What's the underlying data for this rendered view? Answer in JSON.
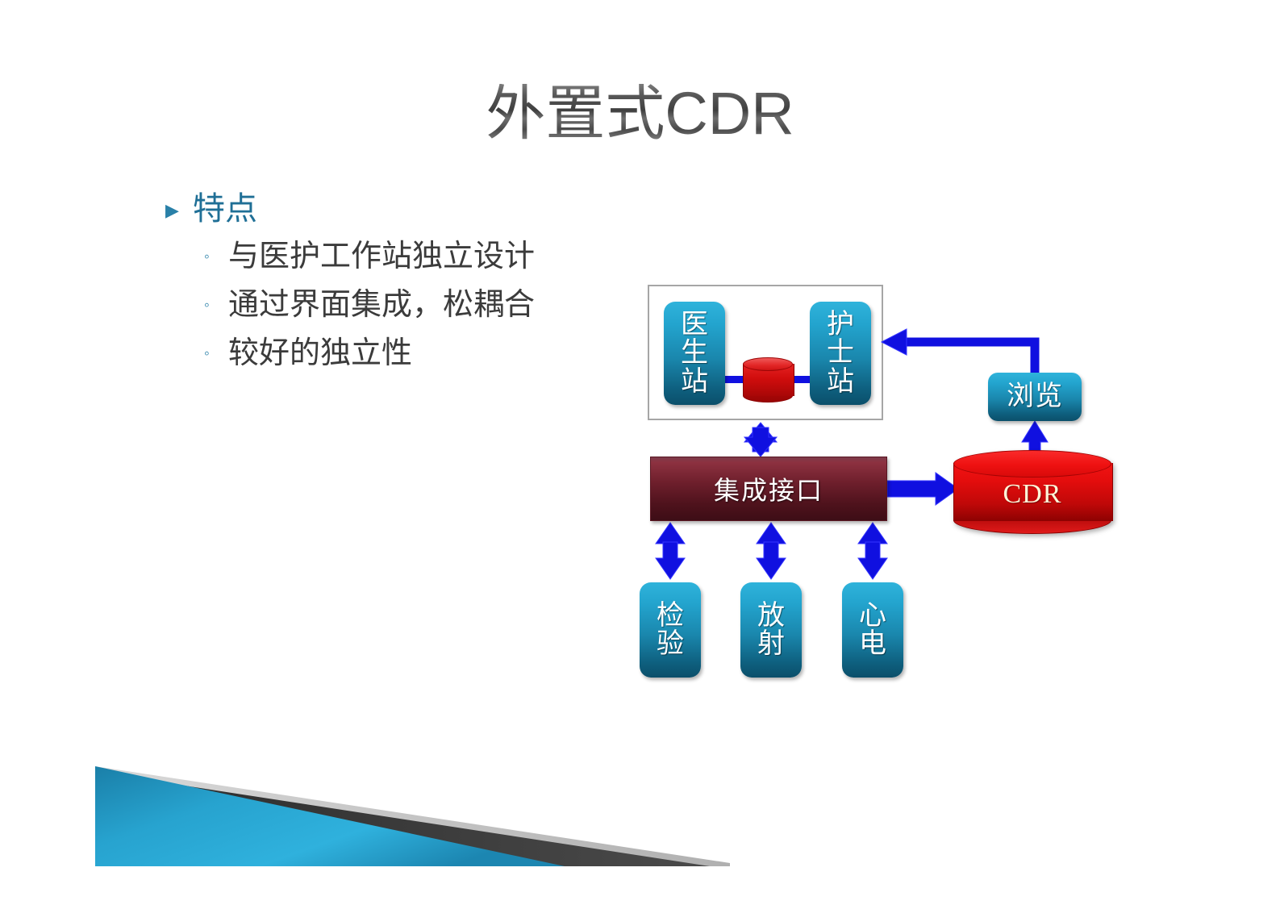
{
  "slide": {
    "title": "外置式CDR",
    "background_color": "#ffffff"
  },
  "content": {
    "heading": {
      "text": "特点",
      "marker": "triangle-bullet",
      "color": "#1f6f96"
    },
    "sub_bullets": [
      {
        "text": "与医护工作站独立设计",
        "marker": "circle-bullet"
      },
      {
        "text": "通过界面集成，松耦合",
        "marker": "circle-bullet"
      },
      {
        "text": "较好的独立性",
        "marker": "circle-bullet"
      }
    ]
  },
  "diagram": {
    "nodes": {
      "doctor_station": {
        "label": "医生站",
        "shape": "rounded-rect",
        "color": "#1a87ad"
      },
      "nurse_station": {
        "label": "护士站",
        "shape": "rounded-rect",
        "color": "#1a87ad"
      },
      "local_db": {
        "label": "",
        "shape": "cylinder",
        "color": "#d10d0d"
      },
      "integration_interface": {
        "label": "集成接口",
        "shape": "rect",
        "color": "#6e1f2c"
      },
      "browse": {
        "label": "浏览",
        "shape": "rounded-rect",
        "color": "#1a87ad"
      },
      "cdr": {
        "label": "CDR",
        "shape": "cylinder",
        "color": "#e40d0d"
      },
      "lab": {
        "label": "检验",
        "shape": "rounded-rect",
        "color": "#1a87ad"
      },
      "radiology": {
        "label": "放射",
        "shape": "rounded-rect",
        "color": "#1a87ad"
      },
      "ecg": {
        "label": "心电",
        "shape": "rounded-rect",
        "color": "#1a87ad"
      }
    },
    "arrow_color": "#1010e0",
    "frame_color": "#a6a6a6",
    "connections": [
      {
        "from": "workstation_group",
        "to": "integration_interface",
        "type": "double-arrow"
      },
      {
        "from": "integration_interface",
        "to": "cdr",
        "type": "single-arrow"
      },
      {
        "from": "cdr",
        "to": "browse",
        "type": "single-arrow"
      },
      {
        "from": "browse",
        "to": "nurse_station",
        "type": "elbow-arrow"
      },
      {
        "from": "integration_interface",
        "to": "lab",
        "type": "double-arrow"
      },
      {
        "from": "integration_interface",
        "to": "radiology",
        "type": "double-arrow"
      },
      {
        "from": "integration_interface",
        "to": "ecg",
        "type": "double-arrow"
      }
    ]
  },
  "decoration": {
    "blue": "#1f9bc9",
    "dark": "#3a3a3a",
    "light_gray": "#bfbfbf"
  }
}
